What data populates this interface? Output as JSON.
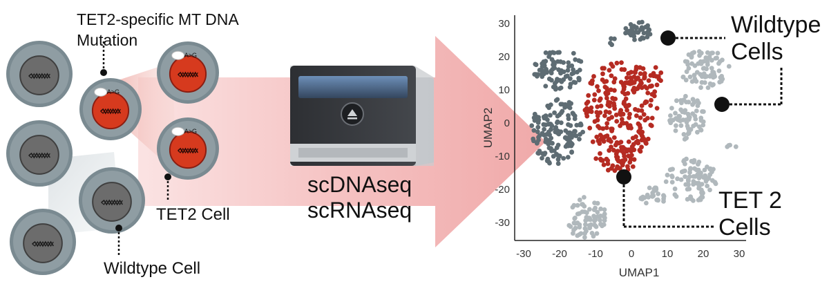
{
  "left": {
    "mutation_label_line1": "TET2-specific MT DNA",
    "mutation_label_line2": "Mutation",
    "tet2_cell_label": "TET2 Cell",
    "wildtype_cell_label": "Wildtype Cell",
    "mutation_badge": "A>G"
  },
  "middle": {
    "seq_line1": "scDNAseq",
    "seq_line2": "scRNAseq"
  },
  "umap": {
    "x_label": "UMAP1",
    "y_label": "UMAP2",
    "x_ticks": [
      "-30",
      "-20",
      "-10",
      "0",
      "10",
      "20",
      "30"
    ],
    "y_ticks": [
      "30",
      "20",
      "10",
      "0",
      "-10",
      "-20",
      "-30"
    ],
    "wildtype_line1": "Wildtype",
    "wildtype_line2": "Cells",
    "tet2_line1": "TET 2",
    "tet2_line2": "Cells"
  },
  "colors": {
    "red_cell": "#b52b22",
    "nucleus_red": "#d63a1e",
    "dark_gray": "#5e6c73",
    "light_gray": "#b0b8bc",
    "cell_outer": "#7a8a91",
    "cell_inner_gray": "#6c6c6c",
    "arrow_pink": "#f2b6b6"
  }
}
